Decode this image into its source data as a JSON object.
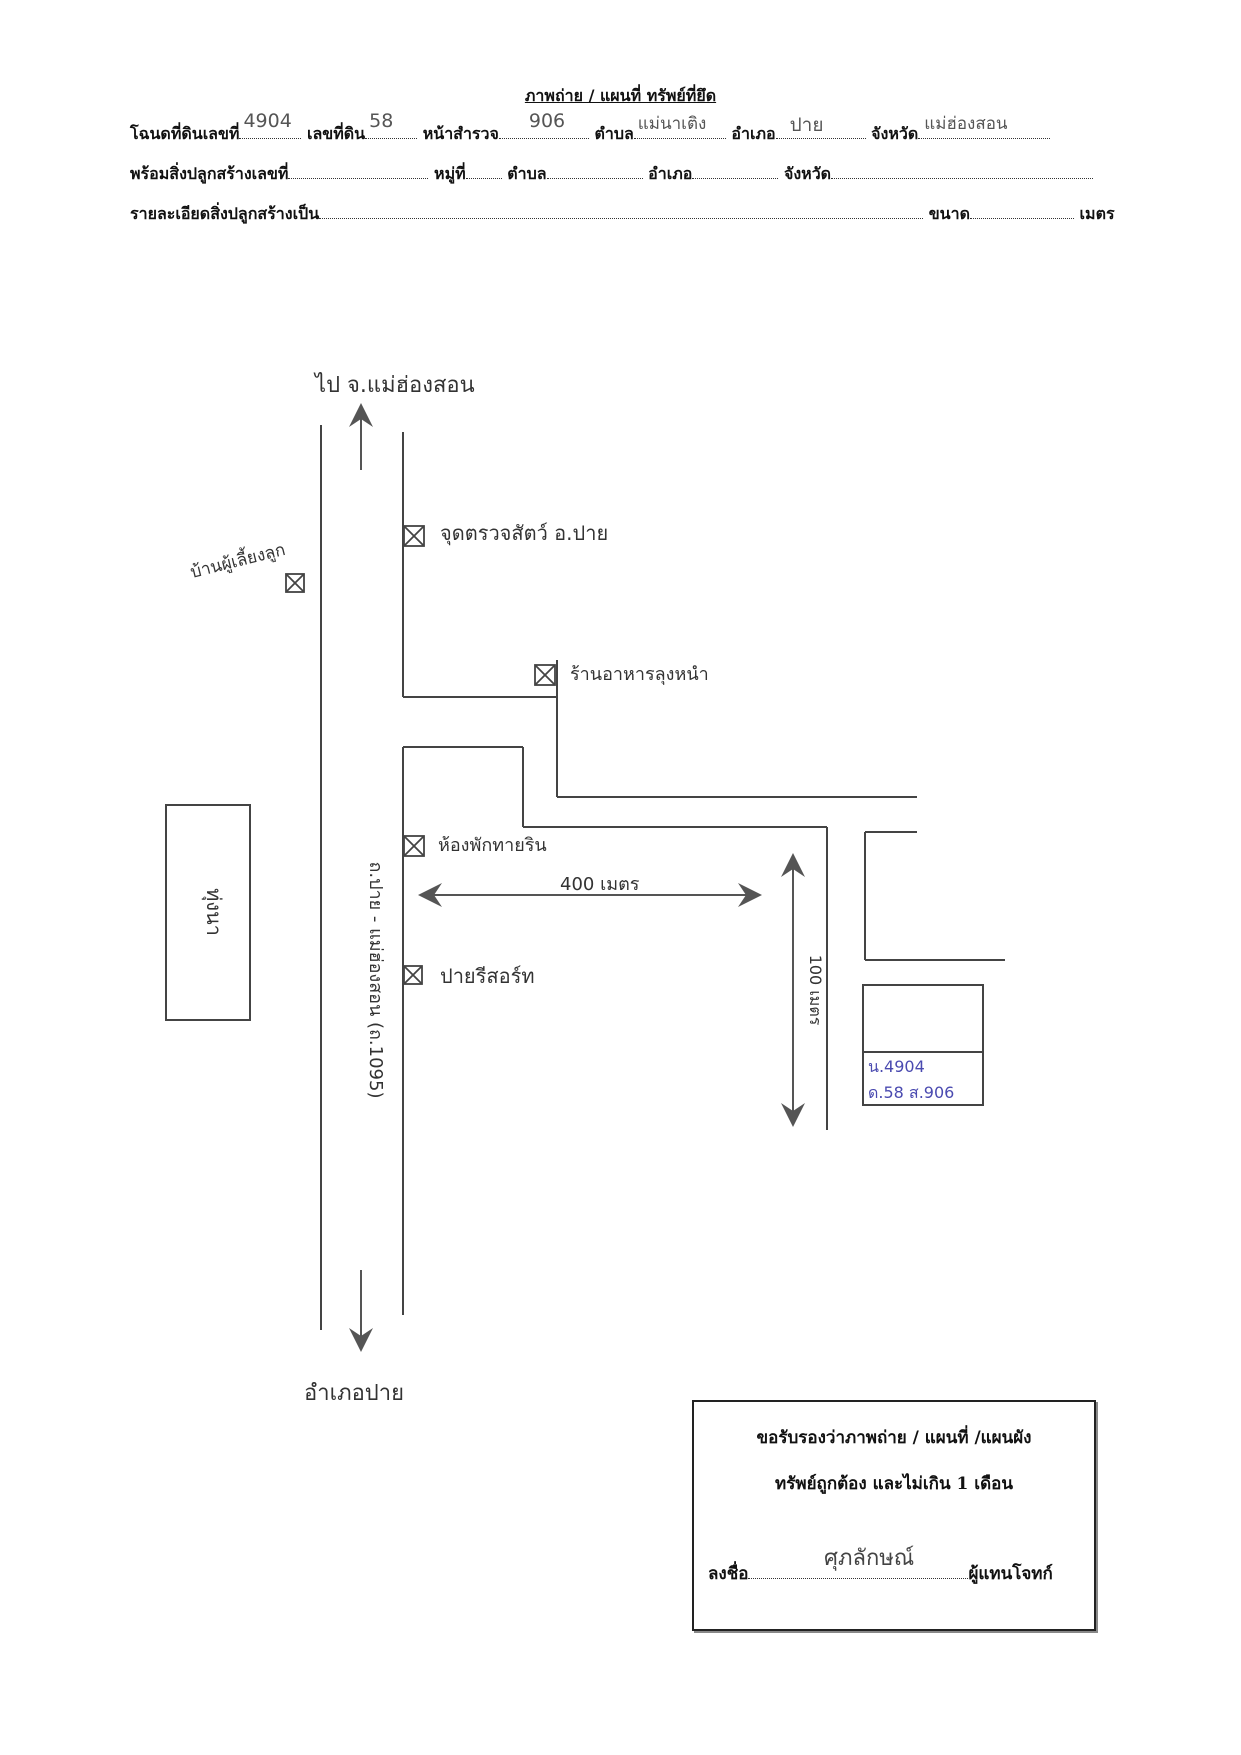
{
  "title": "ภาพถ่าย / แผนที่ ทรัพย์ที่ยึด",
  "row1": {
    "deed_label": "โฉนดที่ดินเลขที่",
    "deed_value": "4904",
    "land_no_label": "เลขที่ดิน",
    "land_no_value": "58",
    "survey_label": "หน้าสำรวจ",
    "survey_value": "906",
    "subdistrict_label": "ตำบล",
    "subdistrict_value": "แม่นาเติง",
    "district_label": "อำเภอ",
    "district_value": "ปาย",
    "province_label": "จังหวัด",
    "province_value": "แม่ฮ่องสอน"
  },
  "row2": {
    "building_no_label": "พร้อมสิ่งปลูกสร้างเลขที่",
    "moo_label": "หมู่ที่",
    "subdistrict_label": "ตำบล",
    "district_label": "อำเภอ",
    "province_label": "จังหวัด"
  },
  "row3": {
    "detail_label": "รายละเอียดสิ่งปลูกสร้างเป็น",
    "size_label": "ขนาด",
    "unit_label": "เมตร"
  },
  "map": {
    "to_north": "ไป จ.แม่ฮ่องสอน",
    "to_south": "อำเภอปาย",
    "road_name": "ถ.ปาย - แม่ฮ่องสอน (ถ.1095)",
    "field_label": "ทุ่งนา",
    "landmarks": [
      {
        "label": "จุดตรวจสัตว์ อ.ปาย"
      },
      {
        "label": "บ้านผู้เลี้ยงลูก"
      },
      {
        "label": "ร้านอาหารลุงหนำ"
      },
      {
        "label": "ห้องพักทายริน"
      },
      {
        "label": "ปายรีสอร์ท"
      }
    ],
    "distance_horizontal": "400 เมตร",
    "distance_vertical": "100 เมตร",
    "parcel_line1": "น.4904",
    "parcel_line2": "ด.58 ส.906"
  },
  "certificate": {
    "line1": "ขอรับรองว่าภาพถ่าย / แผนที่ /แผนผัง",
    "line2": "ทรัพย์ถูกต้อง และไม่เกิน 1 เดือน",
    "sign_label": "ลงชื่อ",
    "signature": "ศุภลักษณ์",
    "signer_role": "ผู้แทนโจทก์"
  }
}
